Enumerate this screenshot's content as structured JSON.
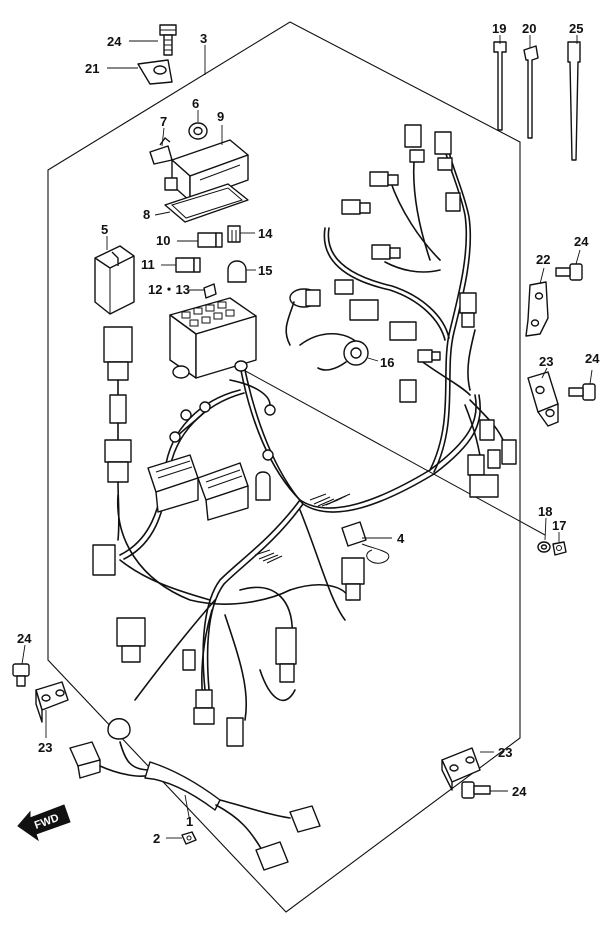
{
  "callouts": {
    "c1": "1",
    "c2": "2",
    "c3": "3",
    "c4": "4",
    "c5": "5",
    "c6": "6",
    "c7": "7",
    "c8": "8",
    "c9": "9",
    "c10": "10",
    "c11": "11",
    "c12_13": "12・13",
    "c14": "14",
    "c15": "15",
    "c16": "16",
    "c17": "17",
    "c18": "18",
    "c19": "19",
    "c20": "20",
    "c21": "21",
    "c22": "22",
    "c23a": "23",
    "c23b": "23",
    "c23c": "23",
    "c24a": "24",
    "c24b": "24",
    "c24c": "24",
    "c24d": "24",
    "c24e": "24",
    "c25": "25"
  },
  "fwd_arrow": {
    "label": "FWD"
  }
}
